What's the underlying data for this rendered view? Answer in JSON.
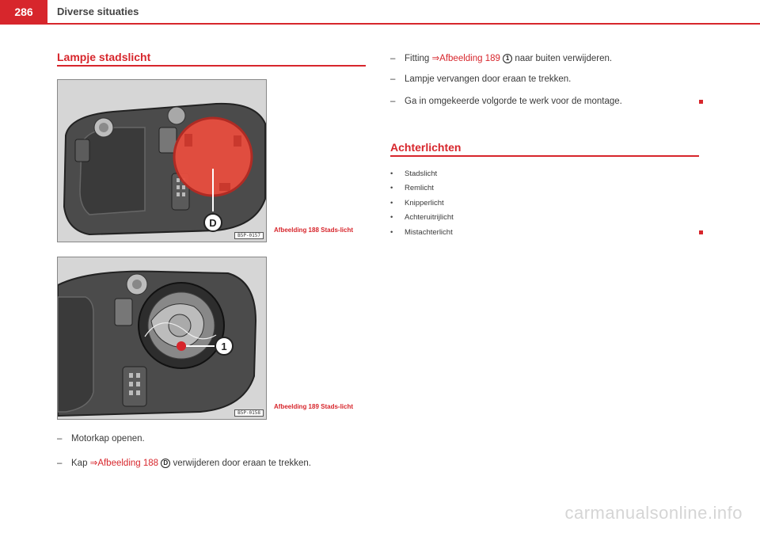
{
  "header": {
    "page_number": "286",
    "running_title": "Diverse situaties"
  },
  "left": {
    "section_title": "Lampje stadslicht",
    "figures": [
      {
        "code": "B5P-0157",
        "callout": "D",
        "caption": "Afbeelding 188  Stads-licht"
      },
      {
        "code": "B5P-0158",
        "callout": "1",
        "caption": "Afbeelding 189  Stads-licht"
      }
    ],
    "steps": [
      {
        "dash": "–",
        "text": "Motorkap openen."
      },
      {
        "dash": "–",
        "before": "Kap",
        "arrow": "⇒",
        "ref": "Afbeelding 188",
        "badge": "D",
        "after": "verwijderen door eraan te trekken."
      }
    ]
  },
  "right": {
    "steps": [
      {
        "dash": "–",
        "before": "Fitting",
        "arrow": "⇒",
        "ref": "Afbeelding 189",
        "badge": "1",
        "after": "naar buiten verwijderen."
      },
      {
        "dash": "–",
        "text": "Lampje vervangen door eraan te trekken."
      },
      {
        "dash": "–",
        "text": "Ga in omgekeerde volgorde te werk voor de montage."
      }
    ],
    "section_title": "Achterlichten",
    "bullet": "•",
    "bullets": [
      "Stadslicht",
      "Remlicht",
      "Knipperlicht",
      "Achteruitrijlicht",
      "Mistachterlicht"
    ]
  },
  "watermark": "carmanualsonline.info",
  "colors": {
    "accent": "#d7262c",
    "text": "#3a3a3a"
  }
}
